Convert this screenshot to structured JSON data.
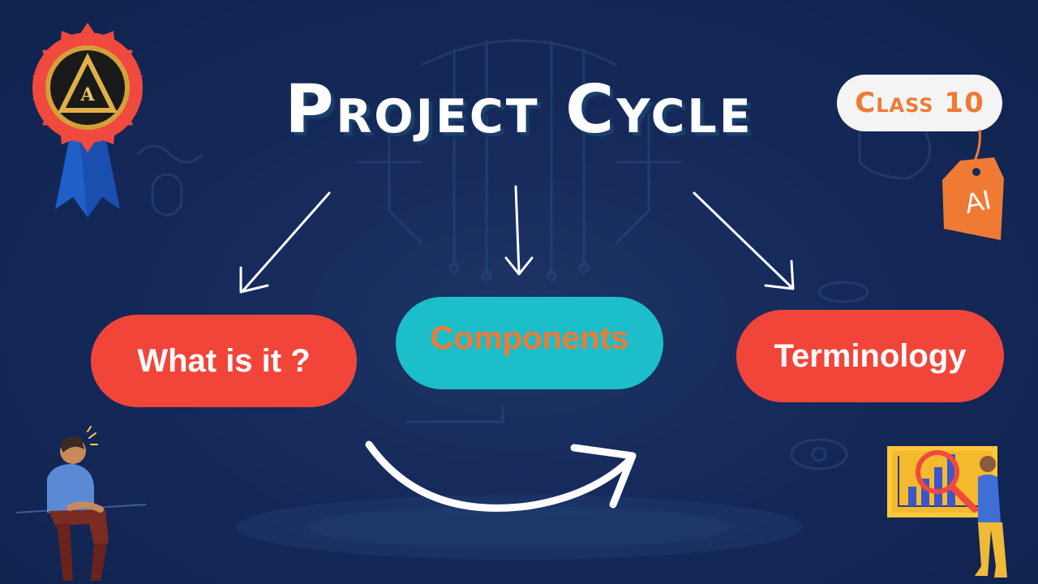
{
  "title": "Project Cycle",
  "badge": {
    "class_label": "Class 10",
    "tag_label": "AI"
  },
  "nodes": [
    {
      "label": "What is it ?"
    },
    {
      "label": "Components"
    },
    {
      "label": "Terminology"
    }
  ],
  "colors": {
    "background": "#15295a",
    "pill_red": "#f2453a",
    "pill_teal": "#1bbec9",
    "accent_orange": "#ee7a34",
    "text_white": "#ffffff"
  },
  "icons": [
    "award-ribbon-icon",
    "person-sitting-illustration",
    "analyst-chart-illustration",
    "curved-arrow-icon",
    "arrow-down-left-icon",
    "arrow-down-icon",
    "arrow-down-right-icon"
  ]
}
